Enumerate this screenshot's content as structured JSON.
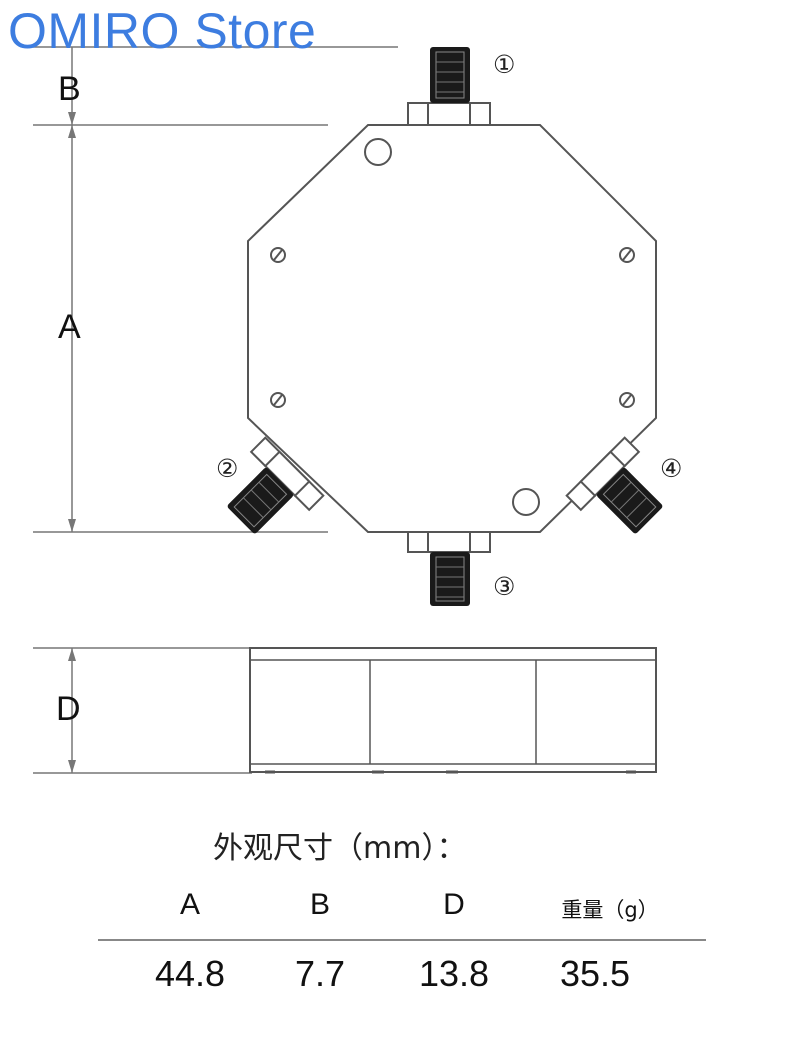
{
  "watermark": "OMIRO Store",
  "dimension_labels": {
    "a": "A",
    "b": "B",
    "d": "D"
  },
  "ports": {
    "p1": "①",
    "p2": "②",
    "p3": "③",
    "p4": "④"
  },
  "caption": "外观尺寸（mm）：",
  "table": {
    "headers": [
      "A",
      "B",
      "D",
      "重量（g）"
    ],
    "values": [
      "44.8",
      "7.7",
      "13.8",
      "35.5"
    ]
  },
  "colors": {
    "watermark": "#3d7de0",
    "line": "#555555",
    "connector": "#1a1a1a"
  }
}
